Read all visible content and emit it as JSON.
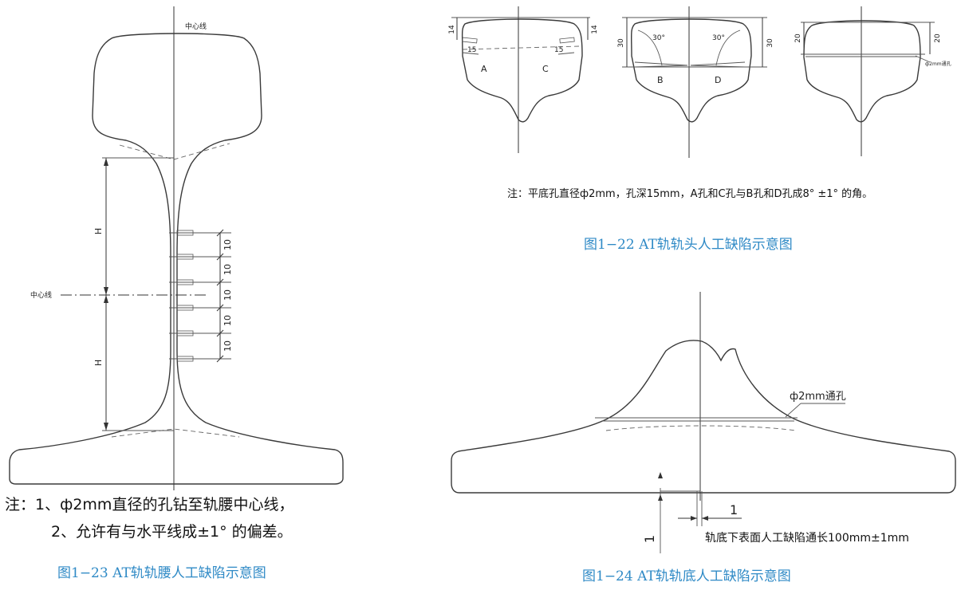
{
  "fig23": {
    "center_label_top": "中心线",
    "center_label_left": "中心线",
    "h_upper": "H",
    "h_lower": "H",
    "dims": [
      "10",
      "10",
      "10",
      "10",
      "10"
    ],
    "note_line1": "注：1、ф2mm直径的孔钻至轨腰中心线，",
    "note_line2": "2、允许有与水平线成±1° 的偏差。",
    "caption": "图1−23  AT轨轨腰人工缺陷示意图"
  },
  "fig22": {
    "a": {
      "dim_left": "14",
      "dim_right": "14",
      "depth_left": "15",
      "depth_right": "15",
      "label_left": "A",
      "label_right": "C"
    },
    "b": {
      "dim_left": "30",
      "dim_right": "30",
      "angle_left": "30°",
      "angle_right": "30°",
      "label_left": "B",
      "label_right": "D"
    },
    "c": {
      "dim_left": "20",
      "dim_right": "20",
      "callout": "ф2mm通孔"
    },
    "note": "注：平底孔直径ф2mm，孔深15mm，A孔和C孔与B孔和D孔成8° ±1° 的角。",
    "caption": "图1−22  AT轨轨头人工缺陷示意图"
  },
  "fig24": {
    "callout": "ф2mm通孔",
    "dim_v": "1",
    "dim_h": "1",
    "note": "轨底下表面人工缺陷通长100mm±1mm",
    "caption": "图1−24  AT轨轨底人工缺陷示意图"
  }
}
